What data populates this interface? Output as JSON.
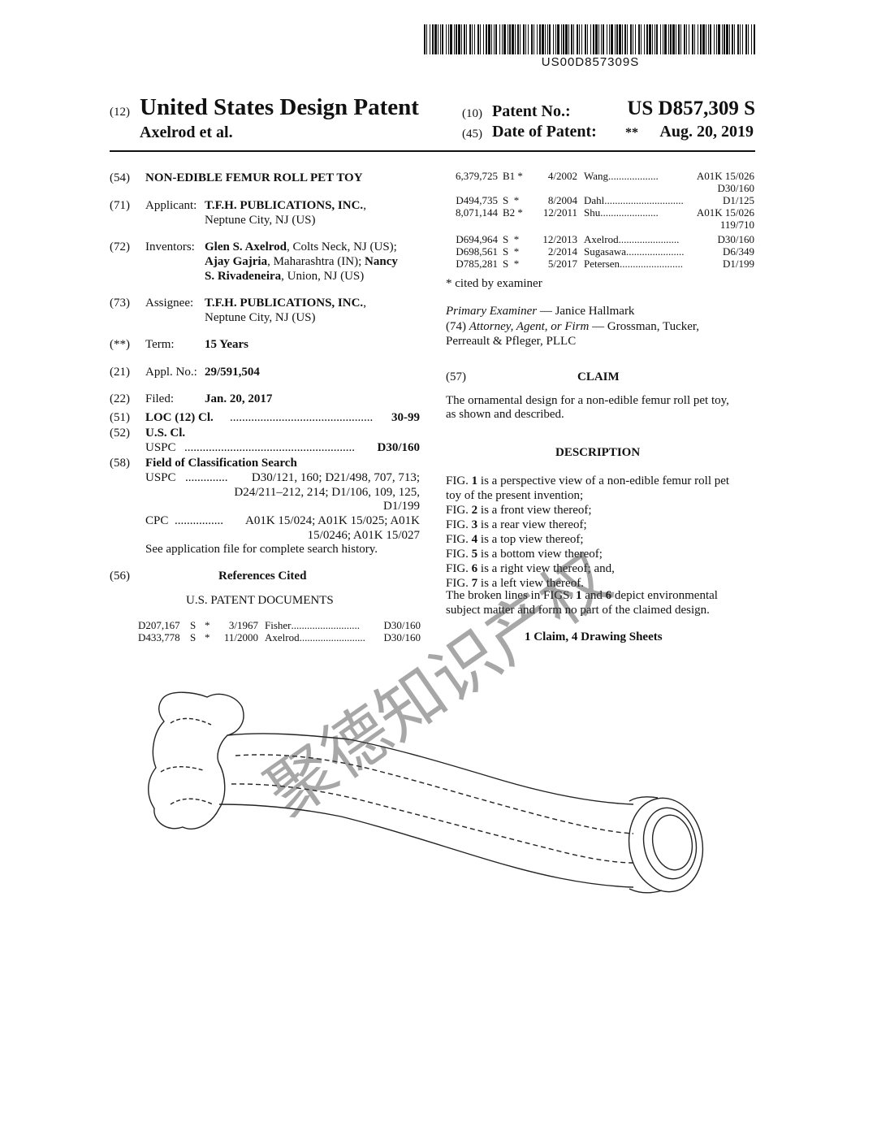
{
  "header": {
    "doc_number": "US00D857309S",
    "kind_12": "(12)",
    "title": "United States Design Patent",
    "inventor_short": "Axelrod et al.",
    "tag_10": "(10)",
    "patent_no_label": "Patent No.:",
    "patent_no": "US D857,309 S",
    "tag_45": "(45)",
    "date_label": "Date of Patent:",
    "date_mark": "**",
    "date": "Aug. 20, 2019"
  },
  "left": {
    "f54_tag": "(54)",
    "f54_title": "NON-EDIBLE FEMUR ROLL PET TOY",
    "f71_tag": "(71)",
    "f71_label": "Applicant:",
    "f71_name": "T.F.H. PUBLICATIONS, INC.",
    "f71_tail": ",",
    "f71_loc": "Neptune City, NJ (US)",
    "f72_tag": "(72)",
    "f72_label": "Inventors:",
    "f72_n1": "Glen S. Axelrod",
    "f72_t1": ", Colts Neck, NJ (US);",
    "f72_n2": "Ajay Gajria",
    "f72_t2": ", Maharashtra (IN);",
    "f72_n3a": "Nancy",
    "f72_n3b": "S. Rivadeneira",
    "f72_t3": ", Union, NJ (US)",
    "f73_tag": "(73)",
    "f73_label": "Assignee:",
    "f73_name": "T.F.H. PUBLICATIONS, INC.",
    "f73_tail": ",",
    "f73_loc": "Neptune City, NJ (US)",
    "term_tag": "(**)",
    "term_label": "Term:",
    "term_value": "15 Years",
    "f21_tag": "(21)",
    "f21_label": "Appl. No.:",
    "f21_value": "29/591,504",
    "f22_tag": "(22)",
    "f22_label": "Filed:",
    "f22_value": "Jan. 20, 2017",
    "f51_tag": "(51)",
    "f51_label": "LOC (12) Cl.",
    "f51_dots": "...............................................",
    "f51_value": "30-99",
    "f52_tag": "(52)",
    "f52_label": "U.S. Cl.",
    "f52_sub": "USPC",
    "f52_dots": "........................................................",
    "f52_value": "D30/160",
    "f58_tag": "(58)",
    "f58_label": "Field of Classification Search",
    "f58_uspc_label": "USPC",
    "f58_uspc_dots": "..............",
    "f58_uspc_1": "D30/121, 160; D21/498, 707, 713;",
    "f58_uspc_2": "D24/211–212, 214; D1/106, 109, 125,",
    "f58_uspc_3": "D1/199",
    "f58_cpc_label": "CPC",
    "f58_cpc_dots": "................",
    "f58_cpc_1": "A01K 15/024; A01K 15/025; A01K",
    "f58_cpc_2": "15/0246; A01K 15/027",
    "f58_note": "See application file for complete search history.",
    "f56_tag": "(56)",
    "f56_label": "References Cited",
    "us_docs_heading": "U.S. PATENT DOCUMENTS",
    "refs": [
      {
        "num": "D207,167",
        "kind": "S",
        "star": "*",
        "date": "3/1967",
        "name": "Fisher",
        "dots": "..........................",
        "cls": "D30/160"
      },
      {
        "num": "D433,778",
        "kind": "S",
        "star": "*",
        "date": "11/2000",
        "name": "Axelrod",
        "dots": ".........................",
        "cls": "D30/160"
      }
    ]
  },
  "right": {
    "refs": [
      {
        "num": "6,379,725",
        "kind": "B1 *",
        "date": "4/2002",
        "name": "Wang",
        "dots": "...................",
        "cls": "A01K 15/026",
        "cls2": "D30/160"
      },
      {
        "num": "D494,735",
        "kind": "S  *",
        "date": "8/2004",
        "name": "Dahl",
        "dots": "..............................",
        "cls": "D1/125",
        "cls2": ""
      },
      {
        "num": "8,071,144",
        "kind": "B2 *",
        "date": "12/2011",
        "name": "Shu",
        "dots": "......................",
        "cls": "A01K 15/026",
        "cls2": "119/710"
      },
      {
        "num": "D694,964",
        "kind": "S  *",
        "date": "12/2013",
        "name": "Axelrod",
        "dots": ".......................",
        "cls": "D30/160",
        "cls2": ""
      },
      {
        "num": "D698,561",
        "kind": "S  *",
        "date": "2/2014",
        "name": "Sugasawa",
        "dots": "......................",
        "cls": "D6/349",
        "cls2": ""
      },
      {
        "num": "D785,281",
        "kind": "S  *",
        "date": "5/2017",
        "name": "Petersen",
        "dots": "........................",
        "cls": "D1/199",
        "cls2": ""
      }
    ],
    "cited_note": "* cited by examiner",
    "examiner_label": "Primary Examiner",
    "examiner_name": "— Janice Hallmark",
    "attorney_tag": "(74)",
    "attorney_label": "Attorney, Agent, or Firm",
    "attorney_1": "— Grossman, Tucker,",
    "attorney_2": "Perreault & Pfleger, PLLC",
    "f57_tag": "(57)",
    "claim_heading": "CLAIM",
    "claim_1": "The ornamental design for a non-edible femur roll pet toy,",
    "claim_2": "as shown and described.",
    "desc_heading": "DESCRIPTION",
    "desc_lines": [
      {
        "pre": "FIG. ",
        "fig": "1",
        "post": " is a perspective view of a non-edible femur roll pet"
      },
      {
        "pre": "toy of the present invention;",
        "fig": "",
        "post": ""
      },
      {
        "pre": "FIG. ",
        "fig": "2",
        "post": " is a front view thereof;"
      },
      {
        "pre": "FIG. ",
        "fig": "3",
        "post": " is a rear view thereof;"
      },
      {
        "pre": "FIG. ",
        "fig": "4",
        "post": " is a top view thereof;"
      },
      {
        "pre": "FIG. ",
        "fig": "5",
        "post": " is a bottom view thereof;"
      },
      {
        "pre": "FIG. ",
        "fig": "6",
        "post": " is a right view thereof; and,"
      },
      {
        "pre": "FIG. ",
        "fig": "7",
        "post": " is a left view thereof."
      }
    ],
    "broken_1a": "The broken lines in FIGS. ",
    "broken_1b": "1",
    "broken_1c": " and ",
    "broken_1d": "6",
    "broken_1e": " depict environmental",
    "broken_2": "subject matter and form no part of the claimed design.",
    "claims_summary": "1 Claim, 4 Drawing Sheets"
  },
  "watermark": "聚德知识产权"
}
